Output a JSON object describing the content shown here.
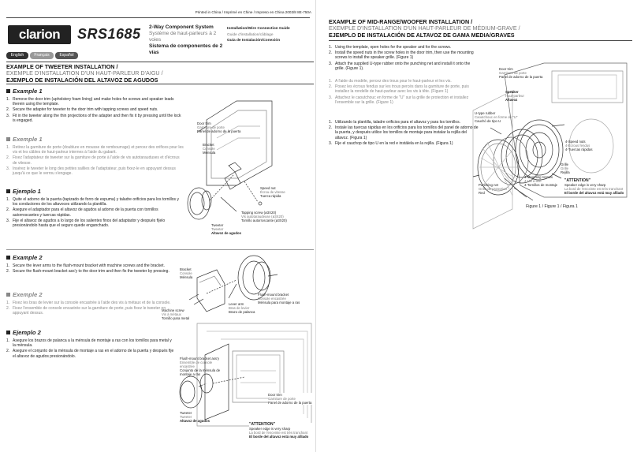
{
  "header": {
    "printed": "Printed in China / Imprimé en Chine / Impreso en China   2003/8  8E-750A",
    "logo": "clarion",
    "model": "SRS1685",
    "title_en": "2-Way Component System",
    "title_fr": "Système de haut-parleurs à 2 voies",
    "title_es": "Sistema de componentes de 2 vías",
    "guide_en": "Installation/Wire Connection Guide",
    "guide_fr": "Guide d'installation/câblage",
    "guide_es": "Guía de Instalación/Conexión"
  },
  "languages": [
    {
      "label": "English",
      "color": "#333333"
    },
    {
      "label": "Français",
      "color": "#999999"
    },
    {
      "label": "Español",
      "color": "#555555"
    }
  ],
  "tweeter": {
    "heading_en": "EXAMPLE OF TWEETER INSTALLATION /",
    "heading_fr": "EXEMPLE D'INSTALLATION D'UN HAUT-PARLEUR D'AIGU /",
    "heading_es": "EJEMPLO DE INSTALACIÓN DEL ALTAVOZ DE AGUDOS",
    "ex1_en": "Example 1",
    "ex1_en_steps": [
      "Remove the door trim (upholstery foam lining) and make holes for screws and speaker leads therein using the template.",
      "Secure the adapter for tweeter to the door trim with tapping screws and speed nuts.",
      "Fit in the tweeter along the thin projections of the adapter and then fix it by pressing until the lock is engaged."
    ],
    "ex1_fr": "Exemple 1",
    "ex1_fr_steps": [
      "Retirez la garniture de porte (doublure en mousse de rembourrage) et percez des orifices pour les vis et les câbles de haut-parleur internes à l'aide du gabarit.",
      "Fixez l'adaptateur de tweeter sur la garniture de porte à l'aide de vis autotarauduses et d'écrous de vitesse.",
      "Insérez le tweeter le long des petites saillies de l'adaptateur, puis fixez-le en appuyant dessus jusqu'à ce que le verrou s'engage."
    ],
    "ex1_es": "Ejemplo 1",
    "ex1_es_steps": [
      "Quite el adorno de la puerta (tapizado de forro de espuma) y taladre orificios para los tornillos y los conductores de los altavoces utilizando la plantilla.",
      "Asegure el adaptador para el altavoz de agudos al adorno de la puerta con tornillos autorroscantes y tuercas rápidas.",
      "Fije el altavoz de agudos a lo largo de los salientes finos del adaptador y después fíjelo presionándolo hasta que el seguro quede enganchado."
    ],
    "ex2_en": "Example 2",
    "ex2_en_steps": [
      "Secure the lever arms to the flush-mount bracket with machine screws and the bracket.",
      "Secure the flush-mount bracket ass'y to the door trim and then fix the tweeter by pressing."
    ],
    "ex2_fr": "Exemple 2",
    "ex2_fr_steps": [
      "Fixez les bras de levier sur la console encastrée à l'aide des vis à métaux et de la console.",
      "Fixez l'ensemble de console encastrée sur la garniture de porte, puis fixez le tweeter en appuyant dessus."
    ],
    "ex2_es": "Ejemplo 2",
    "ex2_es_steps": [
      "Asegure los brazos de palanca a la ménsula de montaje a ras con los tornillos para metal y la ménsula.",
      "Asegure el conjunto de la ménsula de montaje a ras en el adorno de la puerta y después fije el altavoz de agudos presionándolo."
    ]
  },
  "labels1": {
    "door_trim": [
      "Door trim",
      "Garniture de porte",
      "Panel de adorno de la puerta"
    ],
    "bracket": [
      "Bracket",
      "Console",
      "Ménsula"
    ],
    "speed_nut": [
      "Speed nut",
      "Écrou de vitesse",
      "Tuerca rápida"
    ],
    "tapping_screw": [
      "Tapping screw (ø3X20)",
      "Vis autotaraudeuse (ø3X20)",
      "Tornillo autorroscante (ø3X20)"
    ],
    "tweeter": [
      "Tweeter",
      "Tweeter",
      "Altavoz de agudos"
    ]
  },
  "labels2": {
    "bracket": [
      "Bracket",
      "Console",
      "Ménsula"
    ],
    "machine_screw": [
      "Machine screw",
      "Vis à métaux",
      "Tornillo para metal"
    ],
    "lever_arm": [
      "Lever arm",
      "Bras de levier",
      "Brazo de palanca"
    ],
    "flush_bracket": [
      "Flush-mount bracket",
      "Console encastrée",
      "Ménsula para montaje a ras"
    ],
    "flush_assy": [
      "Flush-mount bracket ass'y",
      "Ensemble de console encastrée",
      "Conjunto de la ménsula de montaje a ras"
    ],
    "door_trim": [
      "Door trim",
      "Garniture de porte",
      "Panel de adorno de la puerta"
    ],
    "tweeter": [
      "Tweeter",
      "Tweeter",
      "Altavoz de agudos"
    ],
    "attention": [
      "\"ATTENTION\"",
      "Speaker edge is very sharp",
      "La bord de l'enceinte est très tranchant",
      "El borde del altavoz está muy afilado"
    ]
  },
  "woofer": {
    "heading_en": "EXAMPLE OF MID-RANGE/WOOFER INSTALLATION /",
    "heading_fr": "EXEMPLE D'INSTALLATION D'UN HAUT-PARLEUR DE MÉDIUM-GRAVE /",
    "heading_es": "EJEMPLO DE INSTALACIÓN DE ALTAVOZ DE GAMA MEDIA/GRAVES",
    "en_steps": [
      "Using the template, open holes for the speaker and for the screws.",
      "Install the speed nuts in the screw holes in the door trim, then use the mounting screws to install the speaker grille. (Figure 1)",
      "Attach the supplied U-type rubber onto the punching net and install it onto the grille. (Figure 1)."
    ],
    "fr_steps": [
      "A l'aide du modèle, percez des trous pour le haut-parleur et les vis.",
      "Posez les écrous fendus sur les trous percés dans la garniture de porte, puis installez la rondelle de haut-parleur avec les vis à tête. (Figure 1)",
      "Attachez le caoutchouc en forme de \"U\" sur la grille de protection et installez l'ensemble sur la grille. (Figure 1)"
    ],
    "es_steps": [
      "Utilizando la plantilla, taladre orificios para el altavoz y para los tornillos.",
      "Instale las tuercas rápidas en los orificios para los tornillos del panel de adorno de la puerta, y después utilice los tornillos de montaje para instalar la rejilla del altavoz. (Figura 1)",
      "Fije el cauchop de tipo U en la red e instálela en la rejilla. (Figura 1)"
    ]
  },
  "labels3": {
    "door_trim": [
      "Door trim",
      "Garniture de porte",
      "Panel de adorno de la puerta"
    ],
    "speaker": [
      "Speaker",
      "Haut-parleur",
      "Altavoz"
    ],
    "u_rubber": [
      "U-type rubber",
      "Caoutchouc en forme de \"U\"",
      "Cauchó de tipo U"
    ],
    "speed_nuts": [
      "4-Speed nuts",
      "4-Écrous fendus",
      "4-Tuercas rápidas"
    ],
    "grille": [
      "Grille",
      "Grille",
      "Rejilla"
    ],
    "mounting_screws": [
      "4-Mounting screws",
      "4-Vis à tête",
      "4-Tornillos de montaje"
    ],
    "punching_net": [
      "Punching net",
      "Grille de protection",
      "Red"
    ],
    "attention": [
      "\"ATTENTION\"",
      "Speaker edge is very sharp",
      "La bord de l'enceinte est très tranchant",
      "El borde del altavoz está muy afilado"
    ],
    "figure": "Figure 1 / Figure 1 / Figura 1"
  }
}
